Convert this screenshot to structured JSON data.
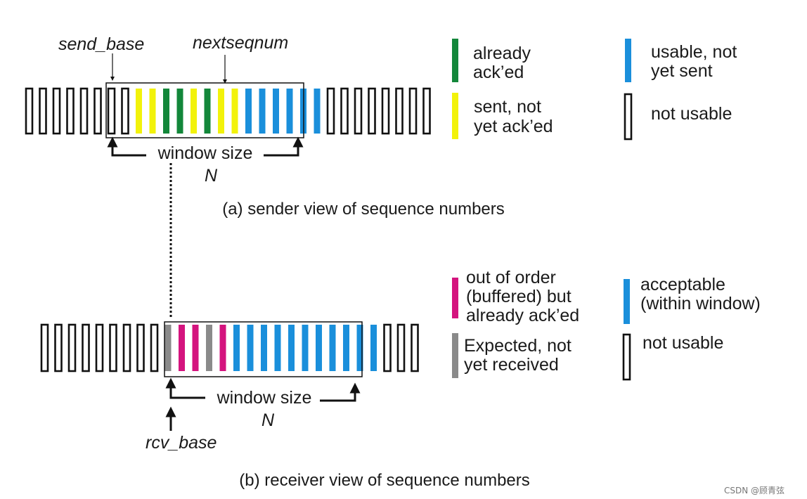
{
  "colors": {
    "acked": "#13873a",
    "sent": "#f2f20a",
    "usable": "#1a8fdb",
    "not_usable": "#ffffff",
    "buffered": "#d4147e",
    "expected": "#8a8a8a",
    "acceptable": "#1a8fdb",
    "outline": "#111111"
  },
  "sender": {
    "send_base_label": "send_base",
    "nextseqnum_label": "nextseqnum",
    "window_label": "window size",
    "n_label": "N",
    "caption": "(a) sender view of sequence numbers",
    "slots": [
      "n",
      "n",
      "n",
      "n",
      "n",
      "n",
      "n",
      "n",
      "y",
      "y",
      "g",
      "g",
      "y",
      "g",
      "y",
      "y",
      "b",
      "b",
      "b",
      "b",
      "b",
      "b",
      "n",
      "n",
      "n",
      "n",
      "n",
      "n",
      "n",
      "n"
    ],
    "legend": [
      {
        "key": "g",
        "lines": [
          "already",
          "ack’ed"
        ]
      },
      {
        "key": "b",
        "lines": [
          "usable, not",
          "yet sent"
        ]
      },
      {
        "key": "y",
        "lines": [
          "sent, not",
          "yet ack’ed"
        ]
      },
      {
        "key": "n",
        "lines": [
          "not usable"
        ]
      }
    ]
  },
  "receiver": {
    "rcv_base_label": "rcv_base",
    "window_label": "window size",
    "n_label": "N",
    "caption": "(b) receiver view of sequence numbers",
    "slots": [
      "n",
      "n",
      "n",
      "n",
      "n",
      "n",
      "n",
      "n",
      "n",
      "x",
      "p",
      "p",
      "x",
      "p",
      "c",
      "c",
      "c",
      "c",
      "c",
      "c",
      "c",
      "c",
      "c",
      "c",
      "c",
      "n",
      "n",
      "n"
    ],
    "legend": [
      {
        "key": "p",
        "lines": [
          "out of order",
          "(buffered) but",
          "already ack’ed"
        ]
      },
      {
        "key": "c",
        "lines": [
          "acceptable",
          "(within window)"
        ]
      },
      {
        "key": "x",
        "lines": [
          "Expected,  not",
          "yet received"
        ]
      },
      {
        "key": "n",
        "lines": [
          "not usable"
        ]
      }
    ]
  },
  "watermark": "CSDN @顾青弦"
}
